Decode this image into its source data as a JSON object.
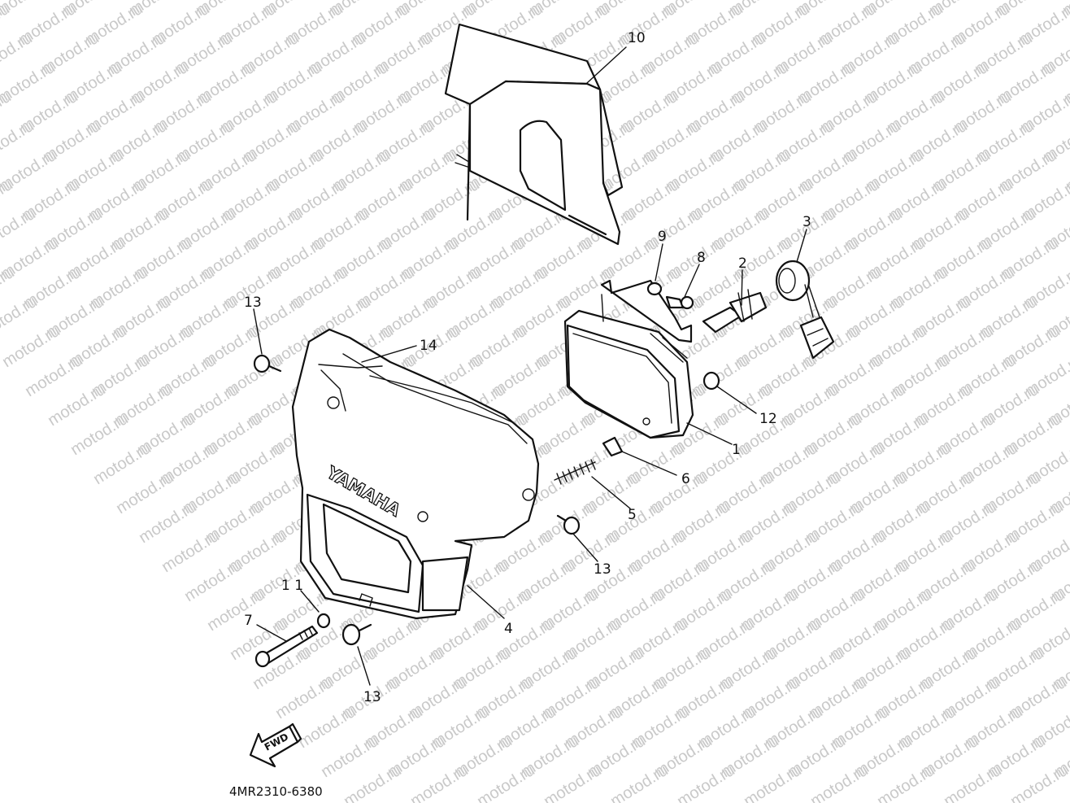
{
  "watermark": {
    "text": "motod.ru"
  },
  "callouts": [
    {
      "id": "c10",
      "label": "10"
    },
    {
      "id": "c9",
      "label": "9"
    },
    {
      "id": "c8",
      "label": "8"
    },
    {
      "id": "c2",
      "label": "2"
    },
    {
      "id": "c3",
      "label": "3"
    },
    {
      "id": "c13a",
      "label": "13"
    },
    {
      "id": "c14",
      "label": "14"
    },
    {
      "id": "c12",
      "label": "12"
    },
    {
      "id": "c1",
      "label": "1"
    },
    {
      "id": "c6",
      "label": "6"
    },
    {
      "id": "c5",
      "label": "5"
    },
    {
      "id": "c13b",
      "label": "13"
    },
    {
      "id": "c11",
      "label": "1 1"
    },
    {
      "id": "c7",
      "label": "7"
    },
    {
      "id": "c4",
      "label": "4"
    },
    {
      "id": "c13c",
      "label": "13"
    }
  ],
  "cowl_brand": "YAMAHA",
  "direction_label": "FWD",
  "diagram_code": "4MR2310-6380"
}
